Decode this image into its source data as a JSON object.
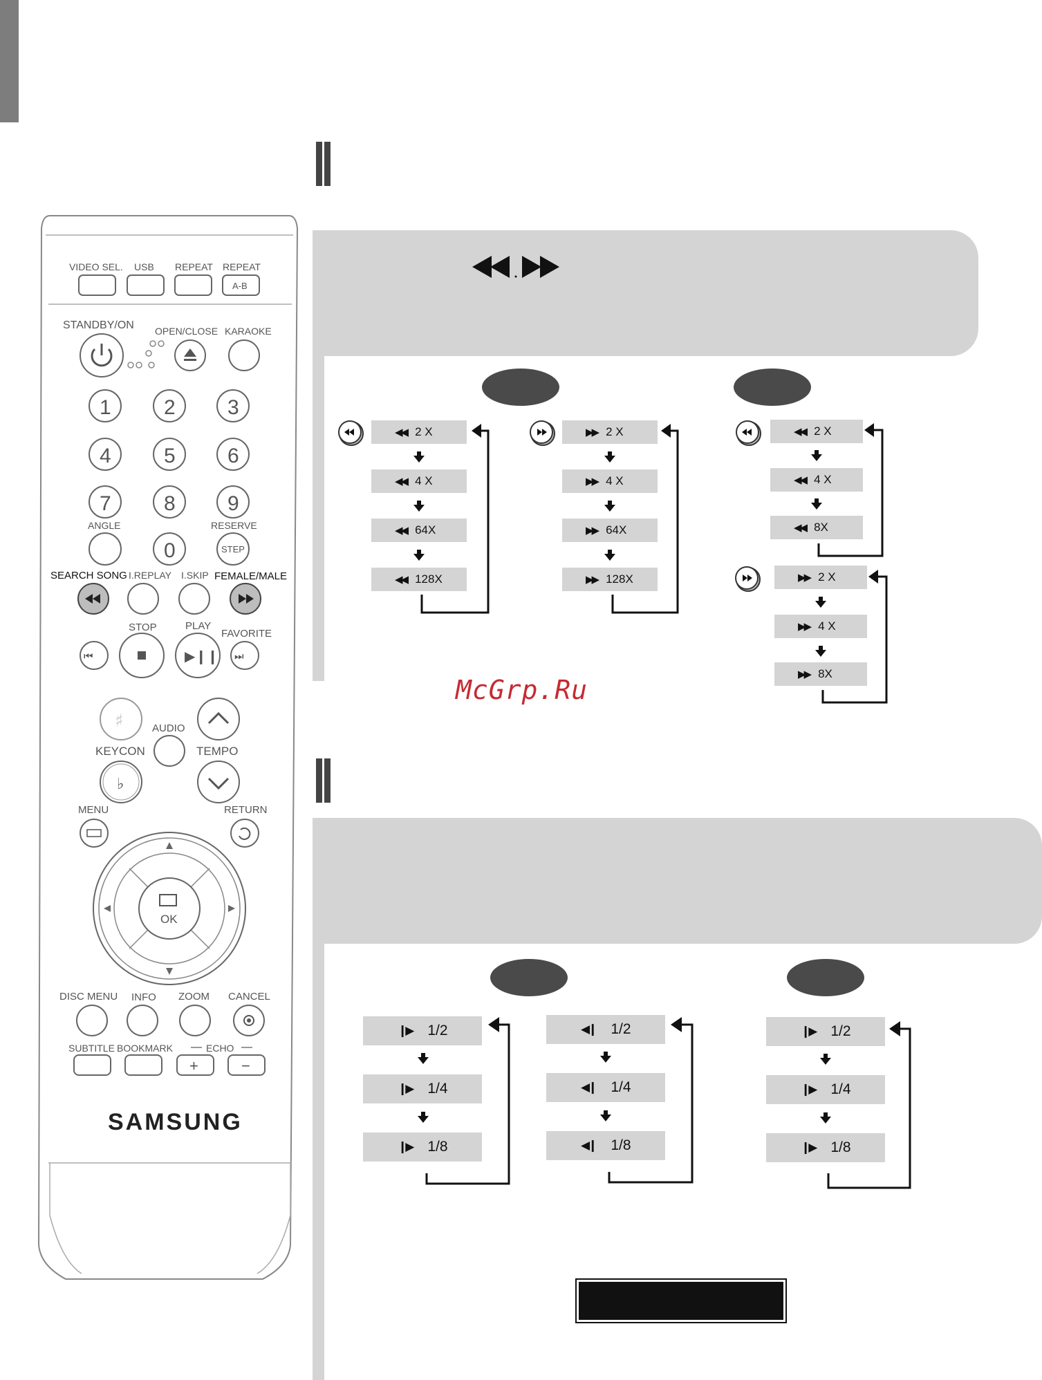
{
  "remote": {
    "brand": "SAMSUNG",
    "row1": [
      "VIDEO SEL.",
      "USB",
      "REPEAT",
      "REPEAT"
    ],
    "ab_label": "A-B",
    "standby": "STANDBY/ON",
    "open_close": "OPEN/CLOSE",
    "karaoke": "KARAOKE",
    "digits": [
      "1",
      "2",
      "3",
      "4",
      "5",
      "6",
      "7",
      "8",
      "9",
      "0"
    ],
    "angle": "ANGLE",
    "reserve": "RESERVE",
    "step": "STEP",
    "search_song": "SEARCH SONG",
    "ireplay": "I.REPLAY",
    "iskip": "I.SKIP",
    "female_male": "FEMALE/MALE",
    "stop": "STOP",
    "play": "PLAY",
    "favorite": "FAVORITE",
    "audio": "AUDIO",
    "keycon": "KEYCON",
    "tempo": "TEMPO",
    "menu": "MENU",
    "return": "RETURN",
    "ok": "OK",
    "disc_menu": "DISC MENU",
    "info": "INFO",
    "zoom": "ZOOM",
    "cancel": "CANCEL",
    "subtitle": "SUBTITLE",
    "bookmark": "BOOKMARK",
    "echo": "ECHO",
    "plus": "+",
    "minus": "−"
  },
  "search": {
    "rew": [
      "2 X",
      "4 X",
      "64X",
      "128X"
    ],
    "ff": [
      "2 X",
      "4 X",
      "64X",
      "128X"
    ],
    "rew2": [
      "2 X",
      "4 X",
      "8X"
    ],
    "ff2": [
      "2 X",
      "4 X",
      "8X"
    ]
  },
  "slow": {
    "col1": [
      "1/2",
      "1/4",
      "1/8"
    ],
    "col2": [
      "1/2",
      "1/4",
      "1/8"
    ],
    "col3": [
      "1/2",
      "1/4",
      "1/8"
    ]
  },
  "watermark": "McGrp.Ru",
  "icons": {
    "rew": "rewind-icon",
    "ff": "fast-forward-icon",
    "slow_fwd": "slow-forward-icon",
    "slow_rev": "slow-reverse-icon"
  }
}
